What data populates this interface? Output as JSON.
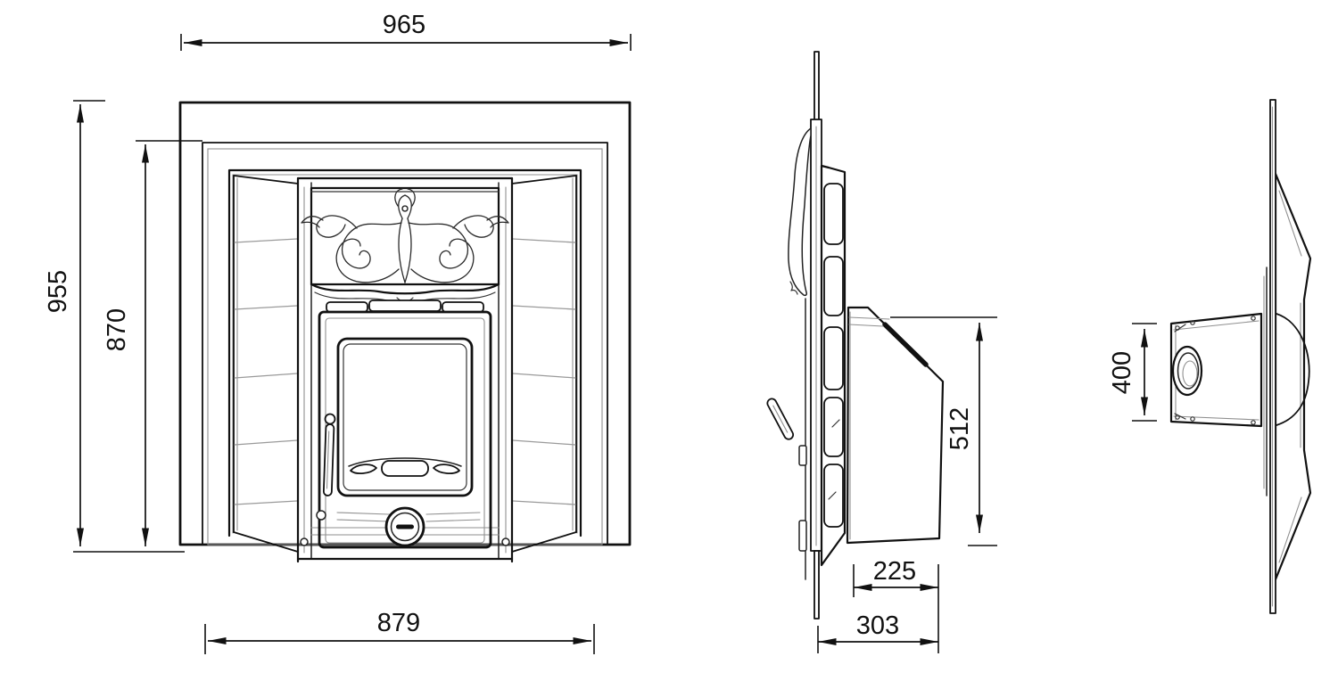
{
  "drawing": {
    "kind": "technical-dimension-drawing",
    "subject": "cast-iron fireplace insert, three orthographic views",
    "background": "#ffffff",
    "line_color": "#111111",
    "views": {
      "front": {
        "name": "front elevation",
        "dims": {
          "overall_width": {
            "label": "965",
            "value": 965,
            "orientation": "horizontal",
            "position": "top"
          },
          "overall_height": {
            "label": "955",
            "value": 955,
            "orientation": "vertical",
            "position": "left-outer"
          },
          "frame_height": {
            "label": "870",
            "value": 870,
            "orientation": "vertical",
            "position": "left-inner"
          },
          "base_width": {
            "label": "879",
            "value": 879,
            "orientation": "horizontal",
            "position": "bottom"
          }
        }
      },
      "side": {
        "name": "side elevation",
        "dims": {
          "firebox_height": {
            "label": "512",
            "value": 512,
            "orientation": "vertical",
            "position": "right"
          },
          "firebox_depth": {
            "label": "225",
            "value": 225,
            "orientation": "horizontal",
            "position": "bottom-upper"
          },
          "overall_depth": {
            "label": "303",
            "value": 303,
            "orientation": "horizontal",
            "position": "bottom-lower"
          }
        }
      },
      "rear": {
        "name": "opposite side elevation",
        "dims": {
          "flue_box_height": {
            "label": "400",
            "value": 400,
            "orientation": "vertical",
            "position": "left"
          }
        }
      }
    }
  }
}
